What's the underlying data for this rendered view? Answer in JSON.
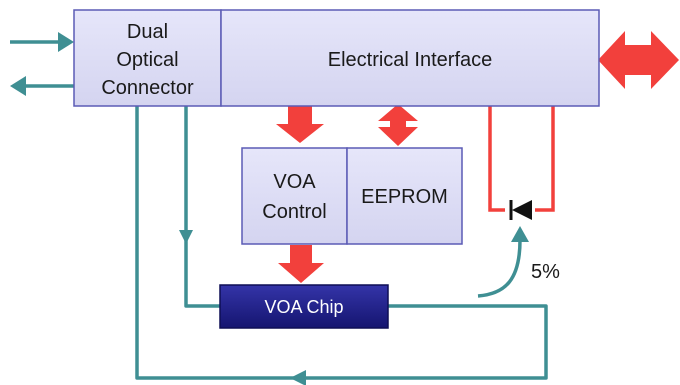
{
  "blocks": {
    "connector_lines": [
      "Dual",
      "Optical",
      "Connector"
    ],
    "electrical_interface": "Electrical Interface",
    "voa_control_lines": [
      "VOA",
      "Control"
    ],
    "eeprom": "EEPROM",
    "voa_chip": "VOA Chip"
  },
  "tap_percent": "5%",
  "colors": {
    "box_fill": "#dcdcf4",
    "box_border": "#5b5bb5",
    "chip_fill": "#1f1f86",
    "fiber": "#3f8f93",
    "signal": "#f2403c",
    "diode": "#111111"
  }
}
